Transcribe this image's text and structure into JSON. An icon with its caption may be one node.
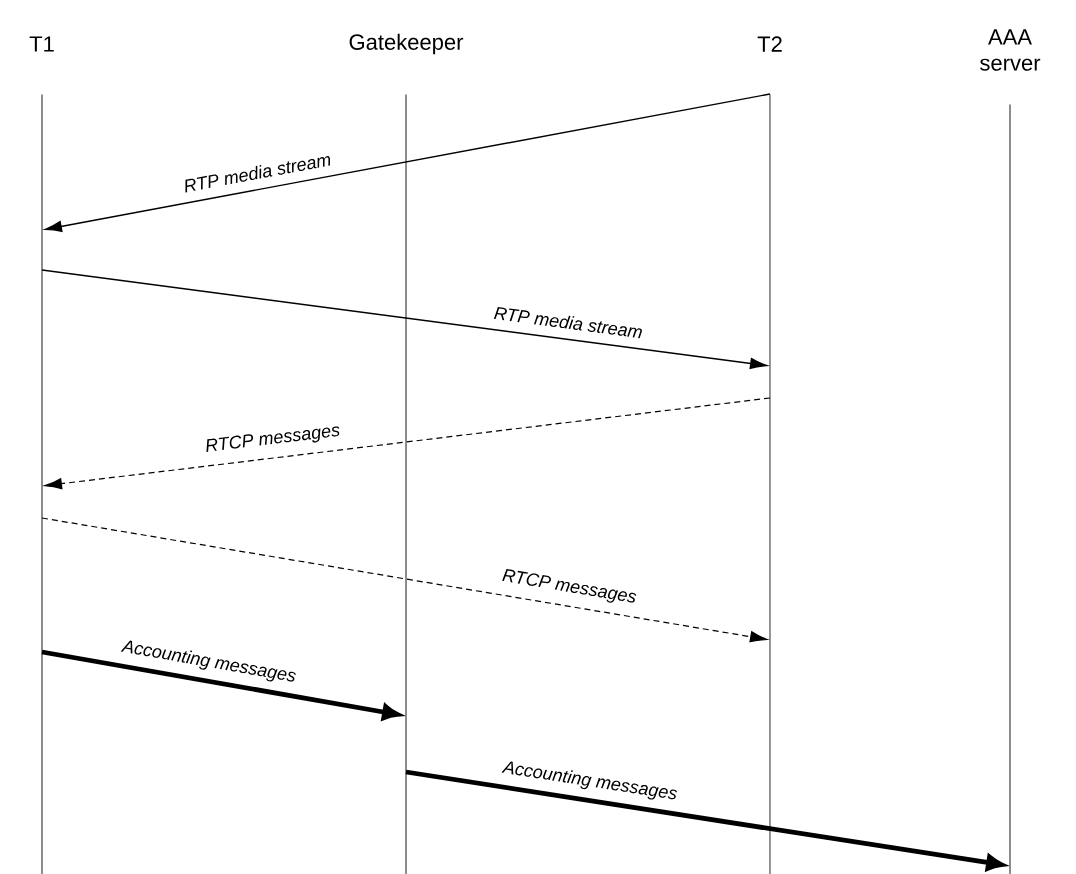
{
  "diagram": {
    "nodes": [
      {
        "text": [
          "T1"
        ]
      },
      {
        "text": [
          "Gatekeeper"
        ]
      },
      {
        "text": [
          "T2"
        ]
      },
      {
        "text": [
          "AAA server"
        ]
      },
      {
        "text": [],
        "shape": "line"
      },
      {
        "text": [],
        "shape": "line"
      },
      {
        "text": [],
        "shape": "line"
      },
      {
        "text": [],
        "shape": "line"
      }
    ],
    "edges": [
      {
        "from": 6,
        "to": 4,
        "arrow": "to",
        "label": "RTP media stream"
      },
      {
        "from": 4,
        "to": 6,
        "arrow": "to",
        "label": "RTP media stream"
      },
      {
        "from": 6,
        "to": 4,
        "arrow": "to",
        "label": "RTCP messages",
        "style": "dashed"
      },
      {
        "from": 4,
        "to": 6,
        "arrow": "to",
        "label": "RTCP messages",
        "style": "dashed"
      },
      {
        "from": 4,
        "to": 5,
        "arrow": "to",
        "label": "Accounting messages",
        "style": "thick"
      },
      {
        "from": 5,
        "to": 7,
        "arrow": "to",
        "label": "Accounting messages",
        "style": "thick"
      }
    ]
  }
}
